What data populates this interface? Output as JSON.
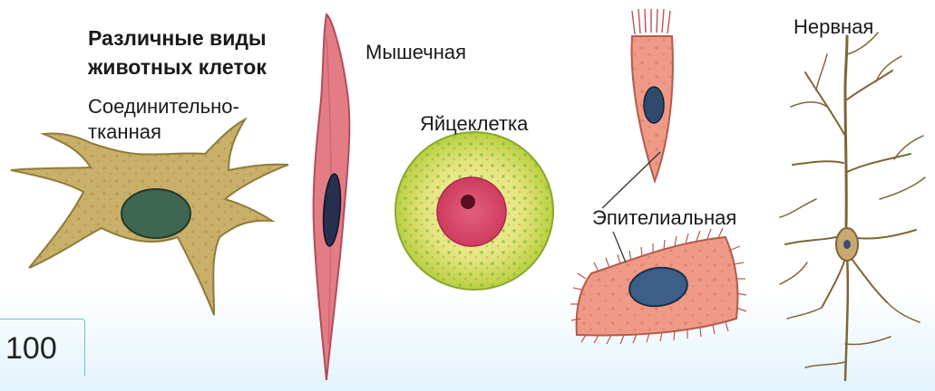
{
  "heading": {
    "line1": "Различные виды",
    "line2": "животных клеток"
  },
  "labels": {
    "connective_line1": "Соединительно-",
    "connective_line2": "тканная",
    "muscle": "Мышечная",
    "egg": "Яйцеклетка",
    "epithelial": "Эпителиальная",
    "nerve": "Нервная"
  },
  "page_number": "100",
  "colors": {
    "connective_cell": "#c9b068",
    "connective_nucleus": "#3e6650",
    "muscle_cell": "#e47c86",
    "muscle_nucleus": "#262f4e",
    "egg_outer": "#c5d84a",
    "egg_inner": "#d9486a",
    "epithelial_cell": "#ef9a86",
    "epithelial_nucleus": "#3c5e88",
    "nerve_cell": "#bfa06a",
    "page_tint": "#e2f3fb"
  }
}
